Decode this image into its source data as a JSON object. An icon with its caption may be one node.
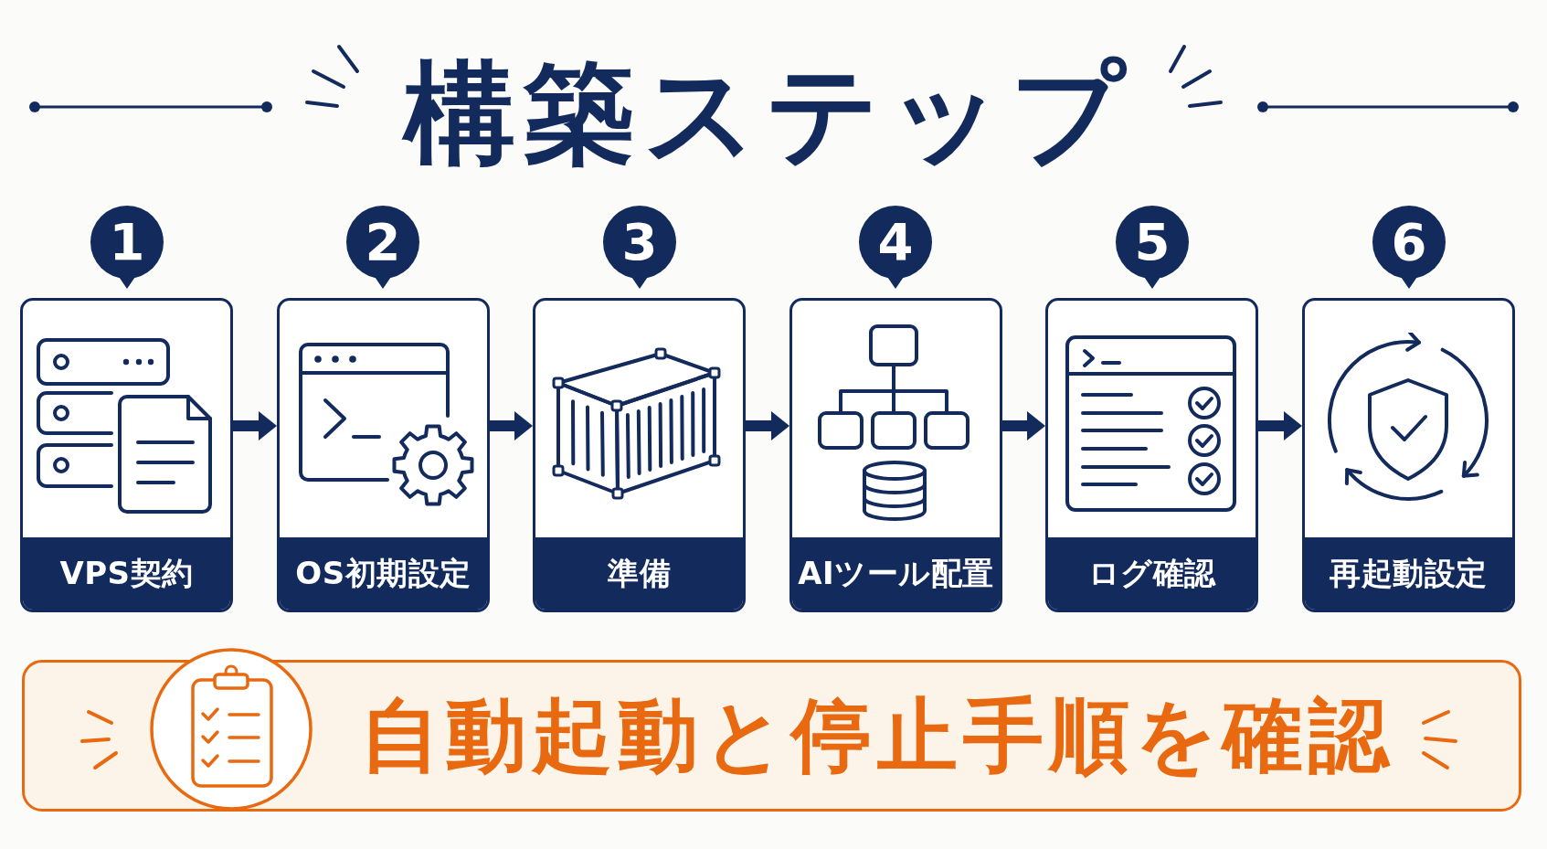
{
  "diagram": {
    "title": "構築ステップ",
    "nodes": [
      {
        "text": [
          "1"
        ]
      },
      {
        "text": [
          "2"
        ]
      },
      {
        "text": [
          "3"
        ]
      },
      {
        "text": [
          "4"
        ]
      },
      {
        "text": [
          "5"
        ]
      },
      {
        "text": [
          "6"
        ]
      },
      {
        "text": [
          "VPS契約"
        ]
      },
      {
        "text": [
          "OS初期設定"
        ]
      },
      {
        "text": [
          "準備"
        ]
      },
      {
        "text": [
          "AIツール配置"
        ]
      },
      {
        "text": [
          "ログ確認"
        ]
      },
      {
        "text": [
          "再起動設定"
        ]
      },
      {
        "text": [
          "自動起動と停止手順を確認"
        ]
      }
    ],
    "edges": [
      {
        "from": 6,
        "to": 7,
        "arrow": "to"
      },
      {
        "from": 7,
        "to": 8,
        "arrow": "to"
      },
      {
        "from": 8,
        "to": 9,
        "arrow": "to"
      },
      {
        "from": 9,
        "to": 10,
        "arrow": "to"
      },
      {
        "from": 10,
        "to": 11,
        "arrow": "to"
      }
    ]
  }
}
